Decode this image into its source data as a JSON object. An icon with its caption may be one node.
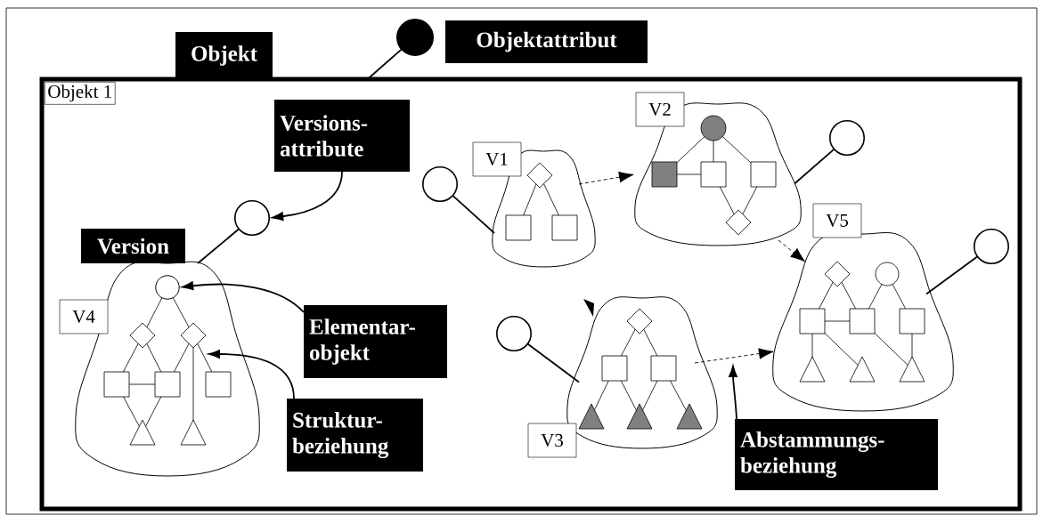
{
  "diagram": {
    "nodes": [
      {
        "text": [
          "Objekt"
        ]
      },
      {
        "text": [
          "Objektattribut"
        ]
      },
      {
        "text": [],
        "shape": "circle"
      },
      {
        "text": [
          "Objekt 1"
        ]
      },
      {
        "text": [
          "Versions- attribute"
        ],
        "in": 3
      },
      {
        "text": [],
        "shape": "circle",
        "in": 3
      },
      {
        "text": [
          "Version"
        ],
        "in": 3
      },
      {
        "text": [
          "V4"
        ],
        "in": 3
      },
      {
        "text": [],
        "shape": "circle",
        "in": 7
      },
      {
        "text": [
          "Elementar- objekt"
        ],
        "in": 3
      },
      {
        "text": [
          "Struktur- beziehung"
        ],
        "in": 3
      },
      {
        "text": [
          "V1"
        ],
        "in": 3
      },
      {
        "text": [],
        "shape": "circle",
        "in": 3
      },
      {
        "text": [
          "V2"
        ],
        "in": 3
      },
      {
        "text": [],
        "shape": "circle",
        "in": 3
      },
      {
        "text": [
          "V5"
        ],
        "in": 3
      },
      {
        "text": [],
        "shape": "circle",
        "in": 3
      },
      {
        "text": [
          "V3"
        ],
        "in": 3
      },
      {
        "text": [],
        "shape": "circle",
        "in": 3
      },
      {
        "text": [
          "Abstammungs- beziehung"
        ],
        "in": 3
      }
    ],
    "edges": [
      {
        "from": 2,
        "to": 3,
        "arrow": "none"
      },
      {
        "from": 4,
        "to": 5,
        "arrow": "to"
      },
      {
        "from": 5,
        "to": 7,
        "arrow": "none"
      },
      {
        "from": 9,
        "to": 8,
        "arrow": "to"
      },
      {
        "from": 10,
        "to": 8,
        "arrow": "to"
      },
      {
        "from": 12,
        "to": 11,
        "arrow": "none"
      },
      {
        "from": 11,
        "to": 13,
        "arrow": "to",
        "style": "dashed"
      },
      {
        "from": 13,
        "to": 14,
        "arrow": "none"
      },
      {
        "from": 13,
        "to": 15,
        "arrow": "to",
        "style": "dashed"
      },
      {
        "from": 15,
        "to": 16,
        "arrow": "none"
      },
      {
        "from": 18,
        "to": 17,
        "arrow": "none"
      },
      {
        "from": 17,
        "to": 15,
        "arrow": "to",
        "style": "dashed"
      },
      {
        "from": 19,
        "to": null,
        "arrow": "to"
      }
    ]
  }
}
